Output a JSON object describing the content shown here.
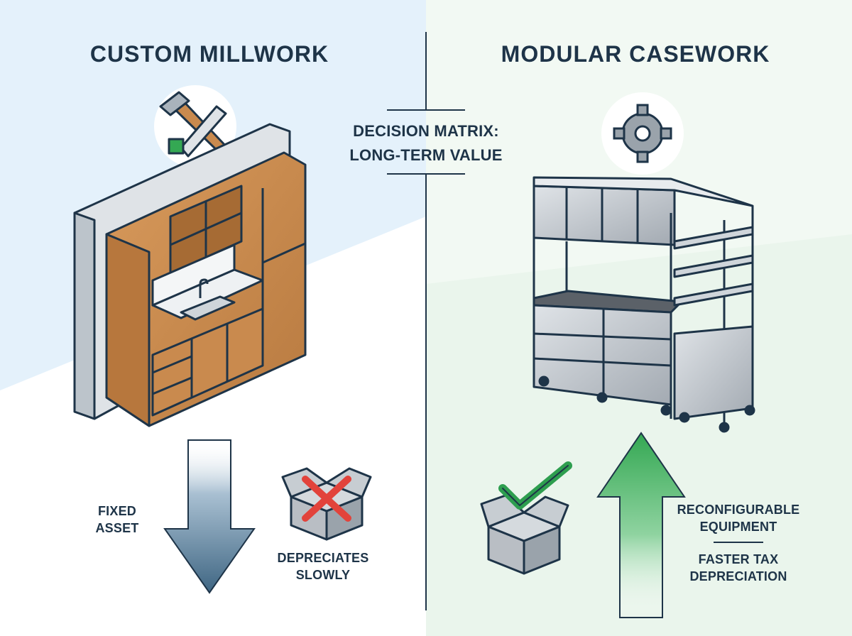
{
  "left": {
    "title": "CUSTOM MILLWORK",
    "label_fixed": "FIXED\nASSET",
    "label_depreciates": "DEPRECIATES\nSLOWLY"
  },
  "center": {
    "title": "DECISION MATRIX:\nLONG-TERM VALUE"
  },
  "right": {
    "title": "MODULAR CASEWORK",
    "label_reconfigurable": "RECONFIGURABLE\nEQUIPMENT",
    "label_tax": "FASTER TAX\nDEPRECIATION"
  },
  "colors": {
    "left_bg": "#e4f1fb",
    "right_bg": "#eaf5ec",
    "text": "#1e3448",
    "wood": "#c98a4e",
    "steel": "#b9bec4",
    "arrow_down": "#3f6683",
    "arrow_up": "#34a853",
    "cross": "#e2433b",
    "check": "#2e9e4f"
  },
  "icons": {
    "tools": "hammer-saw-icon",
    "gear": "gear-icon",
    "box_cross": "box-cross-icon",
    "box_check": "box-check-icon",
    "down_arrow": "down-arrow-icon",
    "up_arrow": "up-arrow-icon"
  }
}
